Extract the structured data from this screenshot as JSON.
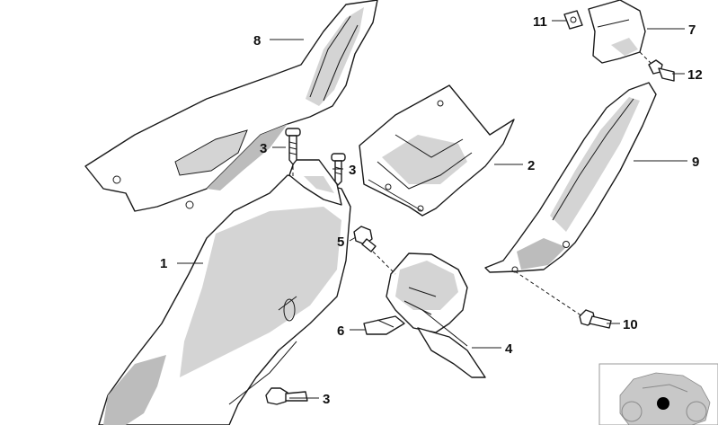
{
  "labels": [
    {
      "id": "1",
      "text": "1"
    },
    {
      "id": "2",
      "text": "2"
    },
    {
      "id": "3a",
      "text": "3"
    },
    {
      "id": "3b",
      "text": "3"
    },
    {
      "id": "3c",
      "text": "3"
    },
    {
      "id": "4",
      "text": "4"
    },
    {
      "id": "5",
      "text": "5"
    },
    {
      "id": "6",
      "text": "6"
    },
    {
      "id": "7",
      "text": "7"
    },
    {
      "id": "8",
      "text": "8"
    },
    {
      "id": "9",
      "text": "9"
    },
    {
      "id": "10",
      "text": "10"
    },
    {
      "id": "11",
      "text": "11"
    },
    {
      "id": "12",
      "text": "12"
    }
  ]
}
